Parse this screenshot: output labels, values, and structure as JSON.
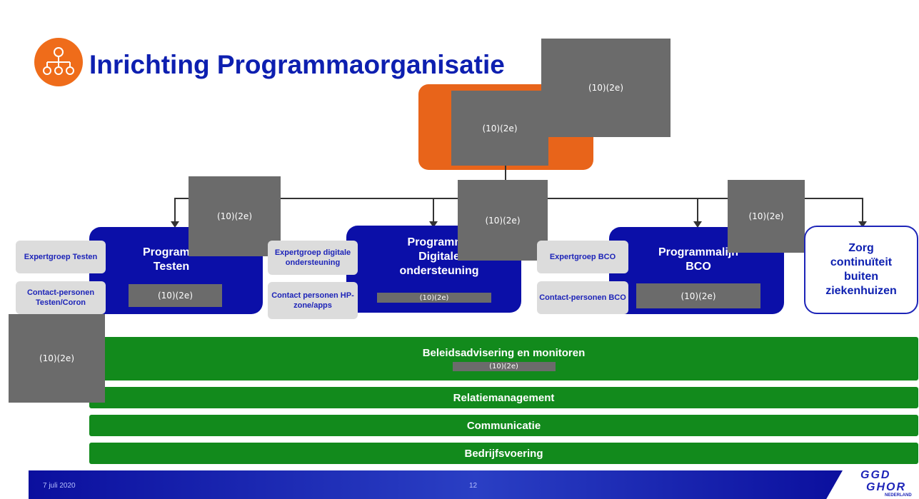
{
  "title": "Inrichting Programmaorganisatie",
  "redaction_label": "(10)(2e)",
  "redaction_small_label": "(10)(2e)(",
  "lines": {
    "testen": {
      "title": "Programmalijn Testen",
      "title_visible_1": "Programm",
      "title_visible_2": "Testen",
      "expert": "Expertgroep Testen",
      "contact": "Contact-personen Testen/Coron"
    },
    "digitaal": {
      "title_visible_1": "Programma",
      "title_visible_2": "Digitale",
      "title_visible_3": "ondersteuning",
      "expert": "Expertgroep digitale ondersteuning",
      "contact": "Contact personen HP-zone/apps"
    },
    "bco": {
      "title_visible_1": "Programmalijn",
      "title_visible_2": "BCO",
      "expert": "Expertgroep BCO",
      "contact": "Contact-personen BCO"
    },
    "zorg": {
      "label": "Zorg continuïteit buiten ziekenhuizen"
    }
  },
  "bars": {
    "beleid": "Beleidsadvisering en monitoren",
    "relatie": "Relatiemanagement",
    "communicatie": "Communicatie",
    "bedrijf": "Bedrijfsvoering"
  },
  "footer": {
    "date": "7 juli 2020",
    "page": "12",
    "logo_line1": "GGD",
    "logo_line2": "GHOR",
    "logo_line3": "NEDERLAND"
  },
  "colors": {
    "orange": "#e8641a",
    "blue": "#0b0fa8",
    "green": "#128a1c",
    "redaction": "#6b6b6b"
  }
}
